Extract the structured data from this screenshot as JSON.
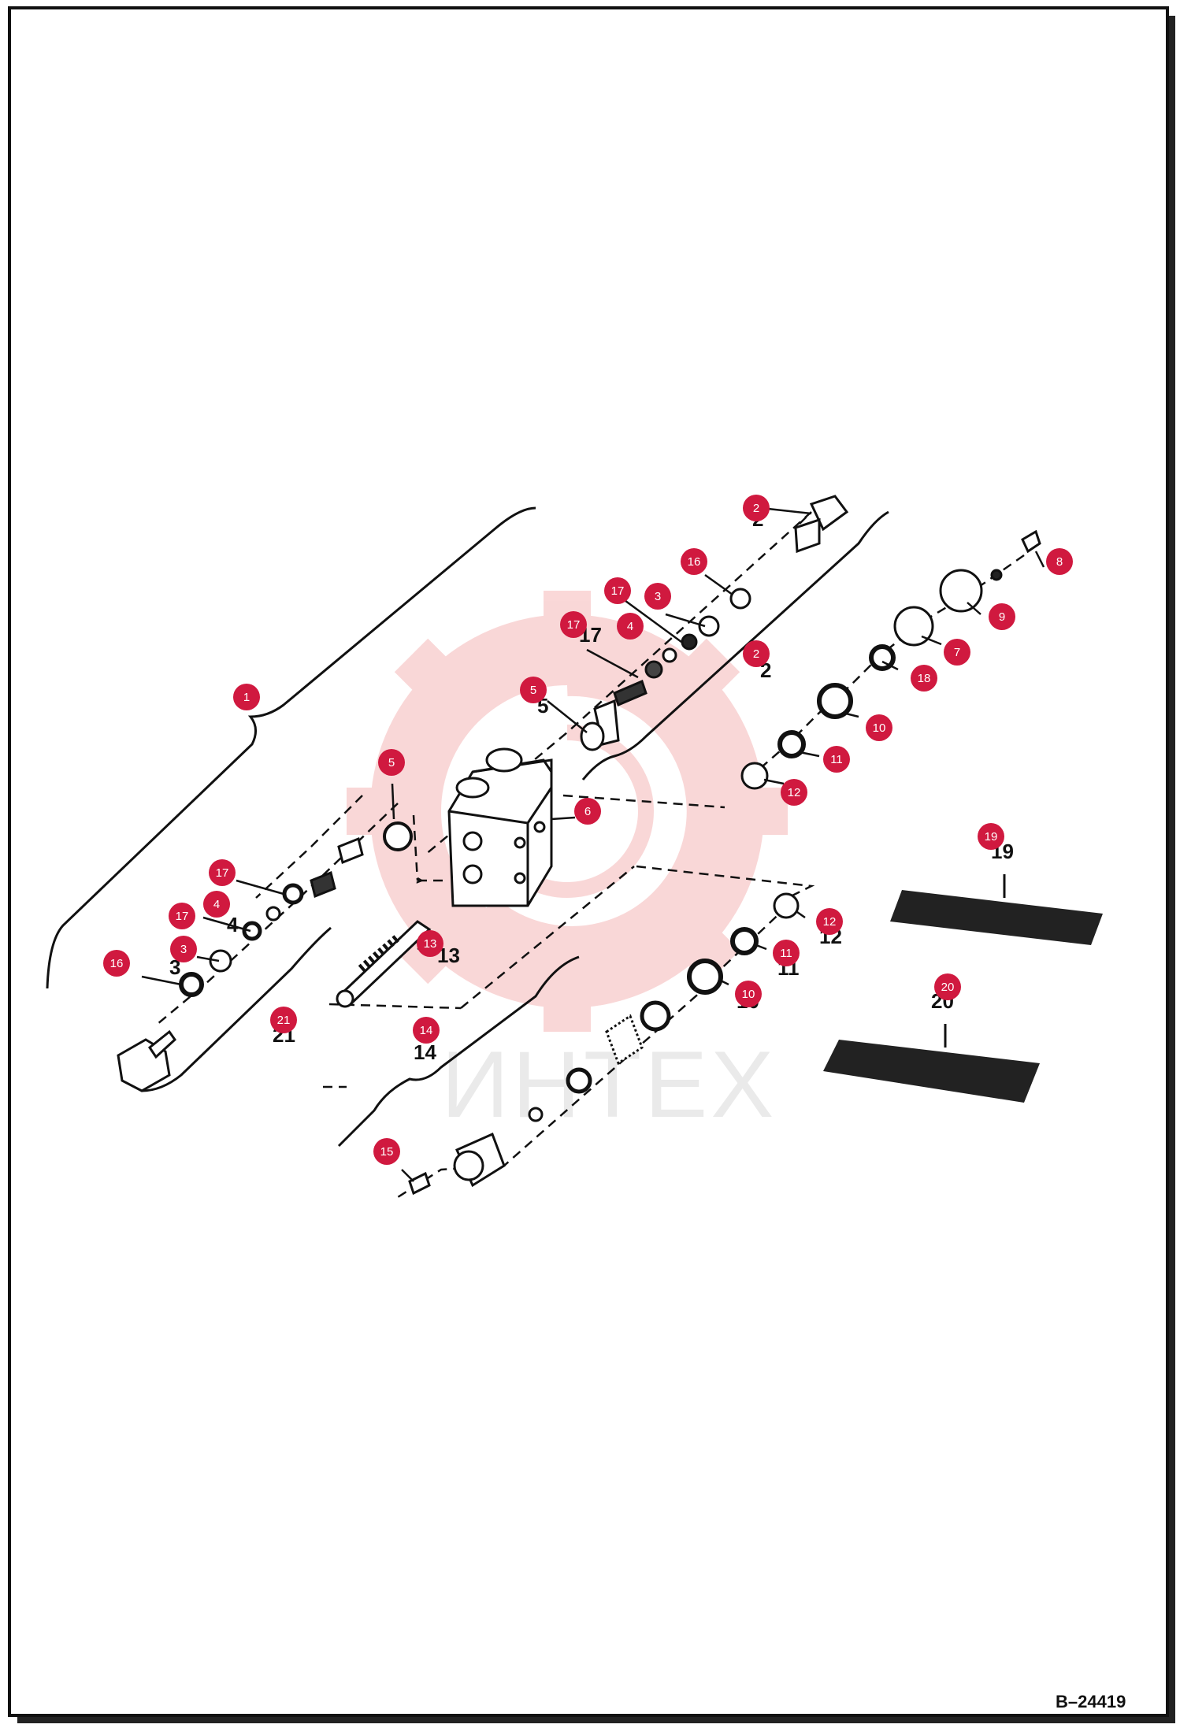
{
  "drawing_id": "B–24419",
  "watermark_text": "ИНТЕХ",
  "colors": {
    "callout": "#d0193f",
    "watermark": "#f7c9c9",
    "line": "#111111"
  },
  "callouts": [
    {
      "n": "1"
    },
    {
      "n": "2"
    },
    {
      "n": "2"
    },
    {
      "n": "3"
    },
    {
      "n": "3"
    },
    {
      "n": "4"
    },
    {
      "n": "4"
    },
    {
      "n": "5"
    },
    {
      "n": "5"
    },
    {
      "n": "6"
    },
    {
      "n": "7"
    },
    {
      "n": "8"
    },
    {
      "n": "9"
    },
    {
      "n": "10"
    },
    {
      "n": "10"
    },
    {
      "n": "11"
    },
    {
      "n": "11"
    },
    {
      "n": "12"
    },
    {
      "n": "12"
    },
    {
      "n": "13"
    },
    {
      "n": "14"
    },
    {
      "n": "15"
    },
    {
      "n": "16"
    },
    {
      "n": "16"
    },
    {
      "n": "17"
    },
    {
      "n": "17"
    },
    {
      "n": "17"
    },
    {
      "n": "17"
    },
    {
      "n": "18"
    },
    {
      "n": "19"
    },
    {
      "n": "20"
    },
    {
      "n": "21"
    }
  ],
  "printed_labels": [
    {
      "t": "2"
    },
    {
      "t": "2"
    },
    {
      "t": "5"
    },
    {
      "t": "17"
    },
    {
      "t": "4"
    },
    {
      "t": "3"
    },
    {
      "t": "19"
    },
    {
      "t": "20"
    },
    {
      "t": "21"
    },
    {
      "t": "14"
    },
    {
      "t": "13"
    },
    {
      "t": "12"
    },
    {
      "t": "11"
    },
    {
      "t": "10"
    }
  ]
}
